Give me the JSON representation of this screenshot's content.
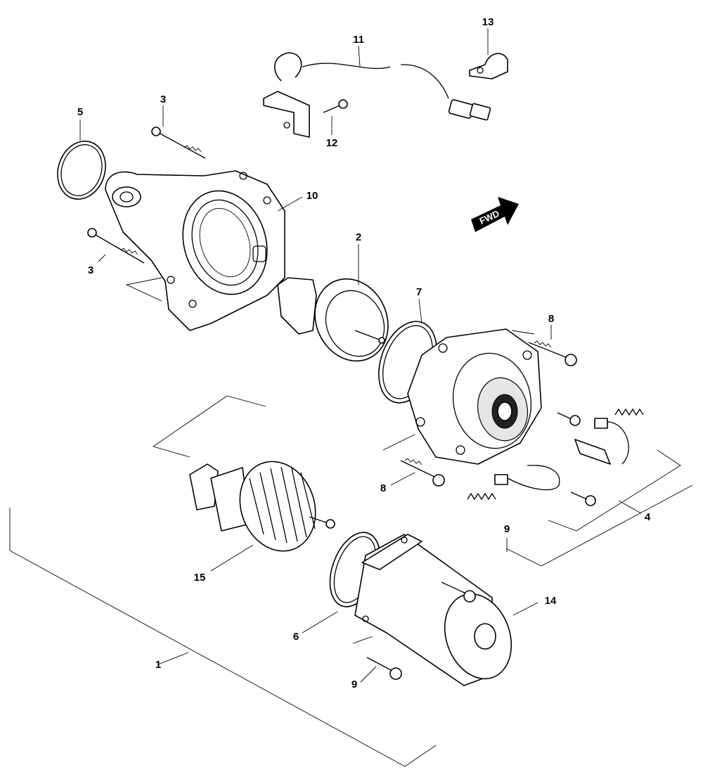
{
  "fwd_label": "FWD",
  "callouts": {
    "c1": "1",
    "c2": "2",
    "c3a": "3",
    "c3b": "3",
    "c4": "4",
    "c5": "5",
    "c6": "6",
    "c7": "7",
    "c8a": "8",
    "c8b": "8",
    "c9a": "9",
    "c9b": "9",
    "c10": "10",
    "c11": "11",
    "c12": "12",
    "c13": "13",
    "c14": "14",
    "c15": "15"
  }
}
